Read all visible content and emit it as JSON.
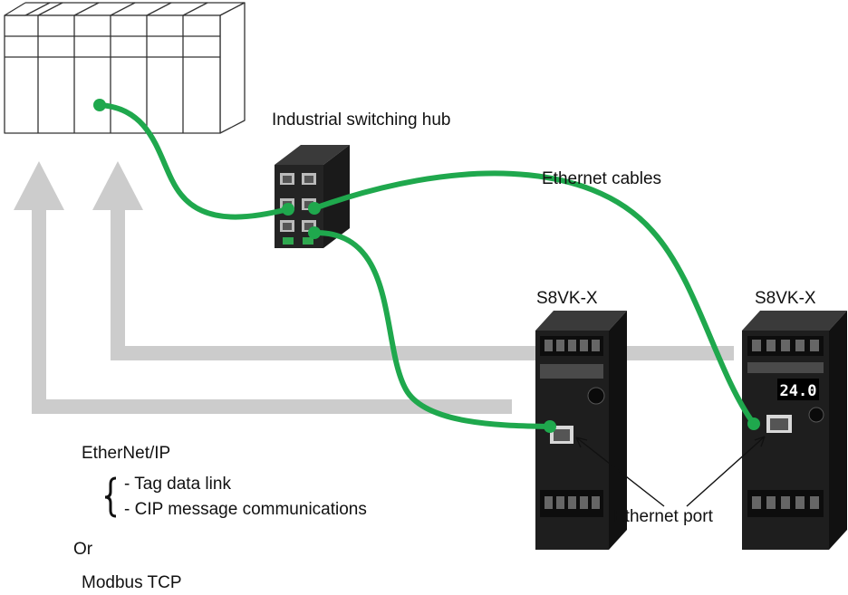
{
  "labels": {
    "hub": "Industrial switching hub",
    "cables": "Ethernet cables",
    "device1": "S8VK-X",
    "device2": "S8VK-X",
    "port": "Ethernet port"
  },
  "protocols": {
    "ethernet_ip": "EtherNet/IP",
    "items": [
      "- Tag data link",
      "- CIP message communications"
    ],
    "or": "Or",
    "modbus": "Modbus TCP"
  },
  "devices": {
    "display_value": "24.0"
  },
  "colors": {
    "cable": "#1fa84d",
    "arrow": "#cccccc",
    "device": "#1c1c1c",
    "plc_outline": "#333333"
  }
}
